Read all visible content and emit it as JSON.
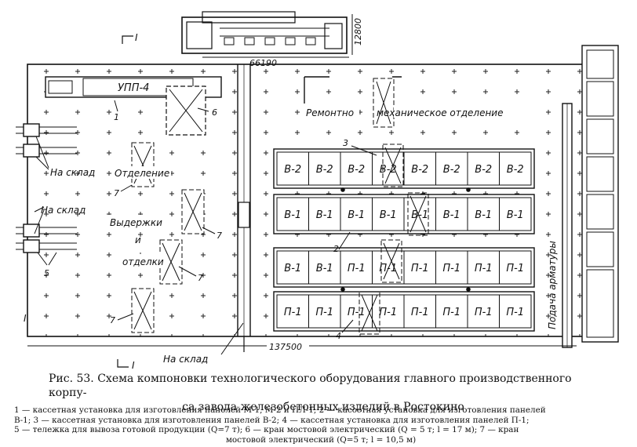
{
  "figure": {
    "caption_line1": "Рис. 53. Схема компоновки технологического оборудования главного производственного корпу-",
    "caption_line2": "са завода железобетонных изделий в Ростокино",
    "legend_line1": "1 — кассетная установка для изготовления панелей М-1, М-2 и ПЛ-1; 2 — кассетная установка для изготовления панелей",
    "legend_line2": "В-1; 3 — кассетная установка для изготовления панелей В-2; 4 — кассетная установка для изготовления панелей П-1;",
    "legend_line3": "5 — тележка для вывоза готовой продукции (Q=7 т); 6 — кран мостовой электрический (Q = 5 т; l = 17 м); 7 — кран",
    "legend_line4": "мостовой электрический (Q=5 т; l = 10,5 м)"
  },
  "plan": {
    "dim_top_width": "66190",
    "dim_top_height": "12800",
    "dim_bottom": "137500",
    "section_mark": "I",
    "upp_label": "УПП-4",
    "repair_label_1": "Ремонтно",
    "repair_label_2": "механическое отделение",
    "zone_label_1": "Отделение",
    "zone_label_2": "Выдержки",
    "zone_label_3": "и",
    "zone_label_4": "отделки",
    "warehouse_1": "На склад",
    "warehouse_2": "На склад",
    "warehouse_3": "На склад",
    "feed_label": "Подача арматуры",
    "row1": [
      "В-2",
      "В-2",
      "В-2",
      "В-2",
      "В-2",
      "В-2",
      "В-2",
      "В-2"
    ],
    "row2": [
      "В-1",
      "В-1",
      "В-1",
      "В-1",
      "В-1",
      "В-1",
      "В-1",
      "В-1"
    ],
    "row3": [
      "В-1",
      "В-1",
      "П-1",
      "П-1",
      "П-1",
      "П-1",
      "П-1",
      "П-1"
    ],
    "row4": [
      "П-1",
      "П-1",
      "П-1",
      "П-1",
      "П-1",
      "П-1",
      "П-1",
      "П-1"
    ],
    "numbers": {
      "n1": "1",
      "n2": "2",
      "n3": "3",
      "n4": "4",
      "n5": "5",
      "n6": "6",
      "n7a": "7",
      "n7b": "7",
      "n7c": "7",
      "n7d": "7"
    }
  }
}
